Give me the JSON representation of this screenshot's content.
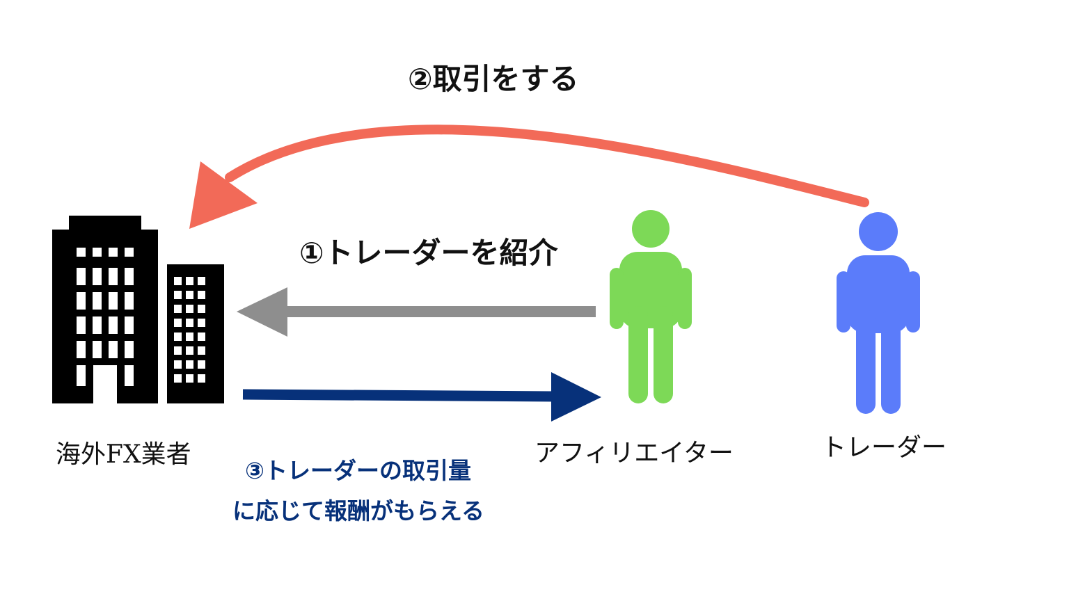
{
  "labels": {
    "trade": "②取引をする",
    "introduce": "①トレーダーを紹介",
    "reward_line1": "③トレーダーの取引量",
    "reward_line2": "に応じて報酬がもらえる",
    "fx_company": "海外FX業者",
    "affiliator": "アフィリエイター",
    "trader": "トレーダー"
  },
  "colors": {
    "trade_arrow": "#f26a58",
    "introduce_arrow": "#8e8e8e",
    "reward_arrow": "#07317a",
    "affiliator": "#7dd957",
    "trader": "#5b7cfa",
    "building": "#000000",
    "reward_text": "#07317a"
  },
  "icons": {
    "fx_company": "office-building-icon",
    "affiliator": "person-icon",
    "trader": "person-icon"
  }
}
